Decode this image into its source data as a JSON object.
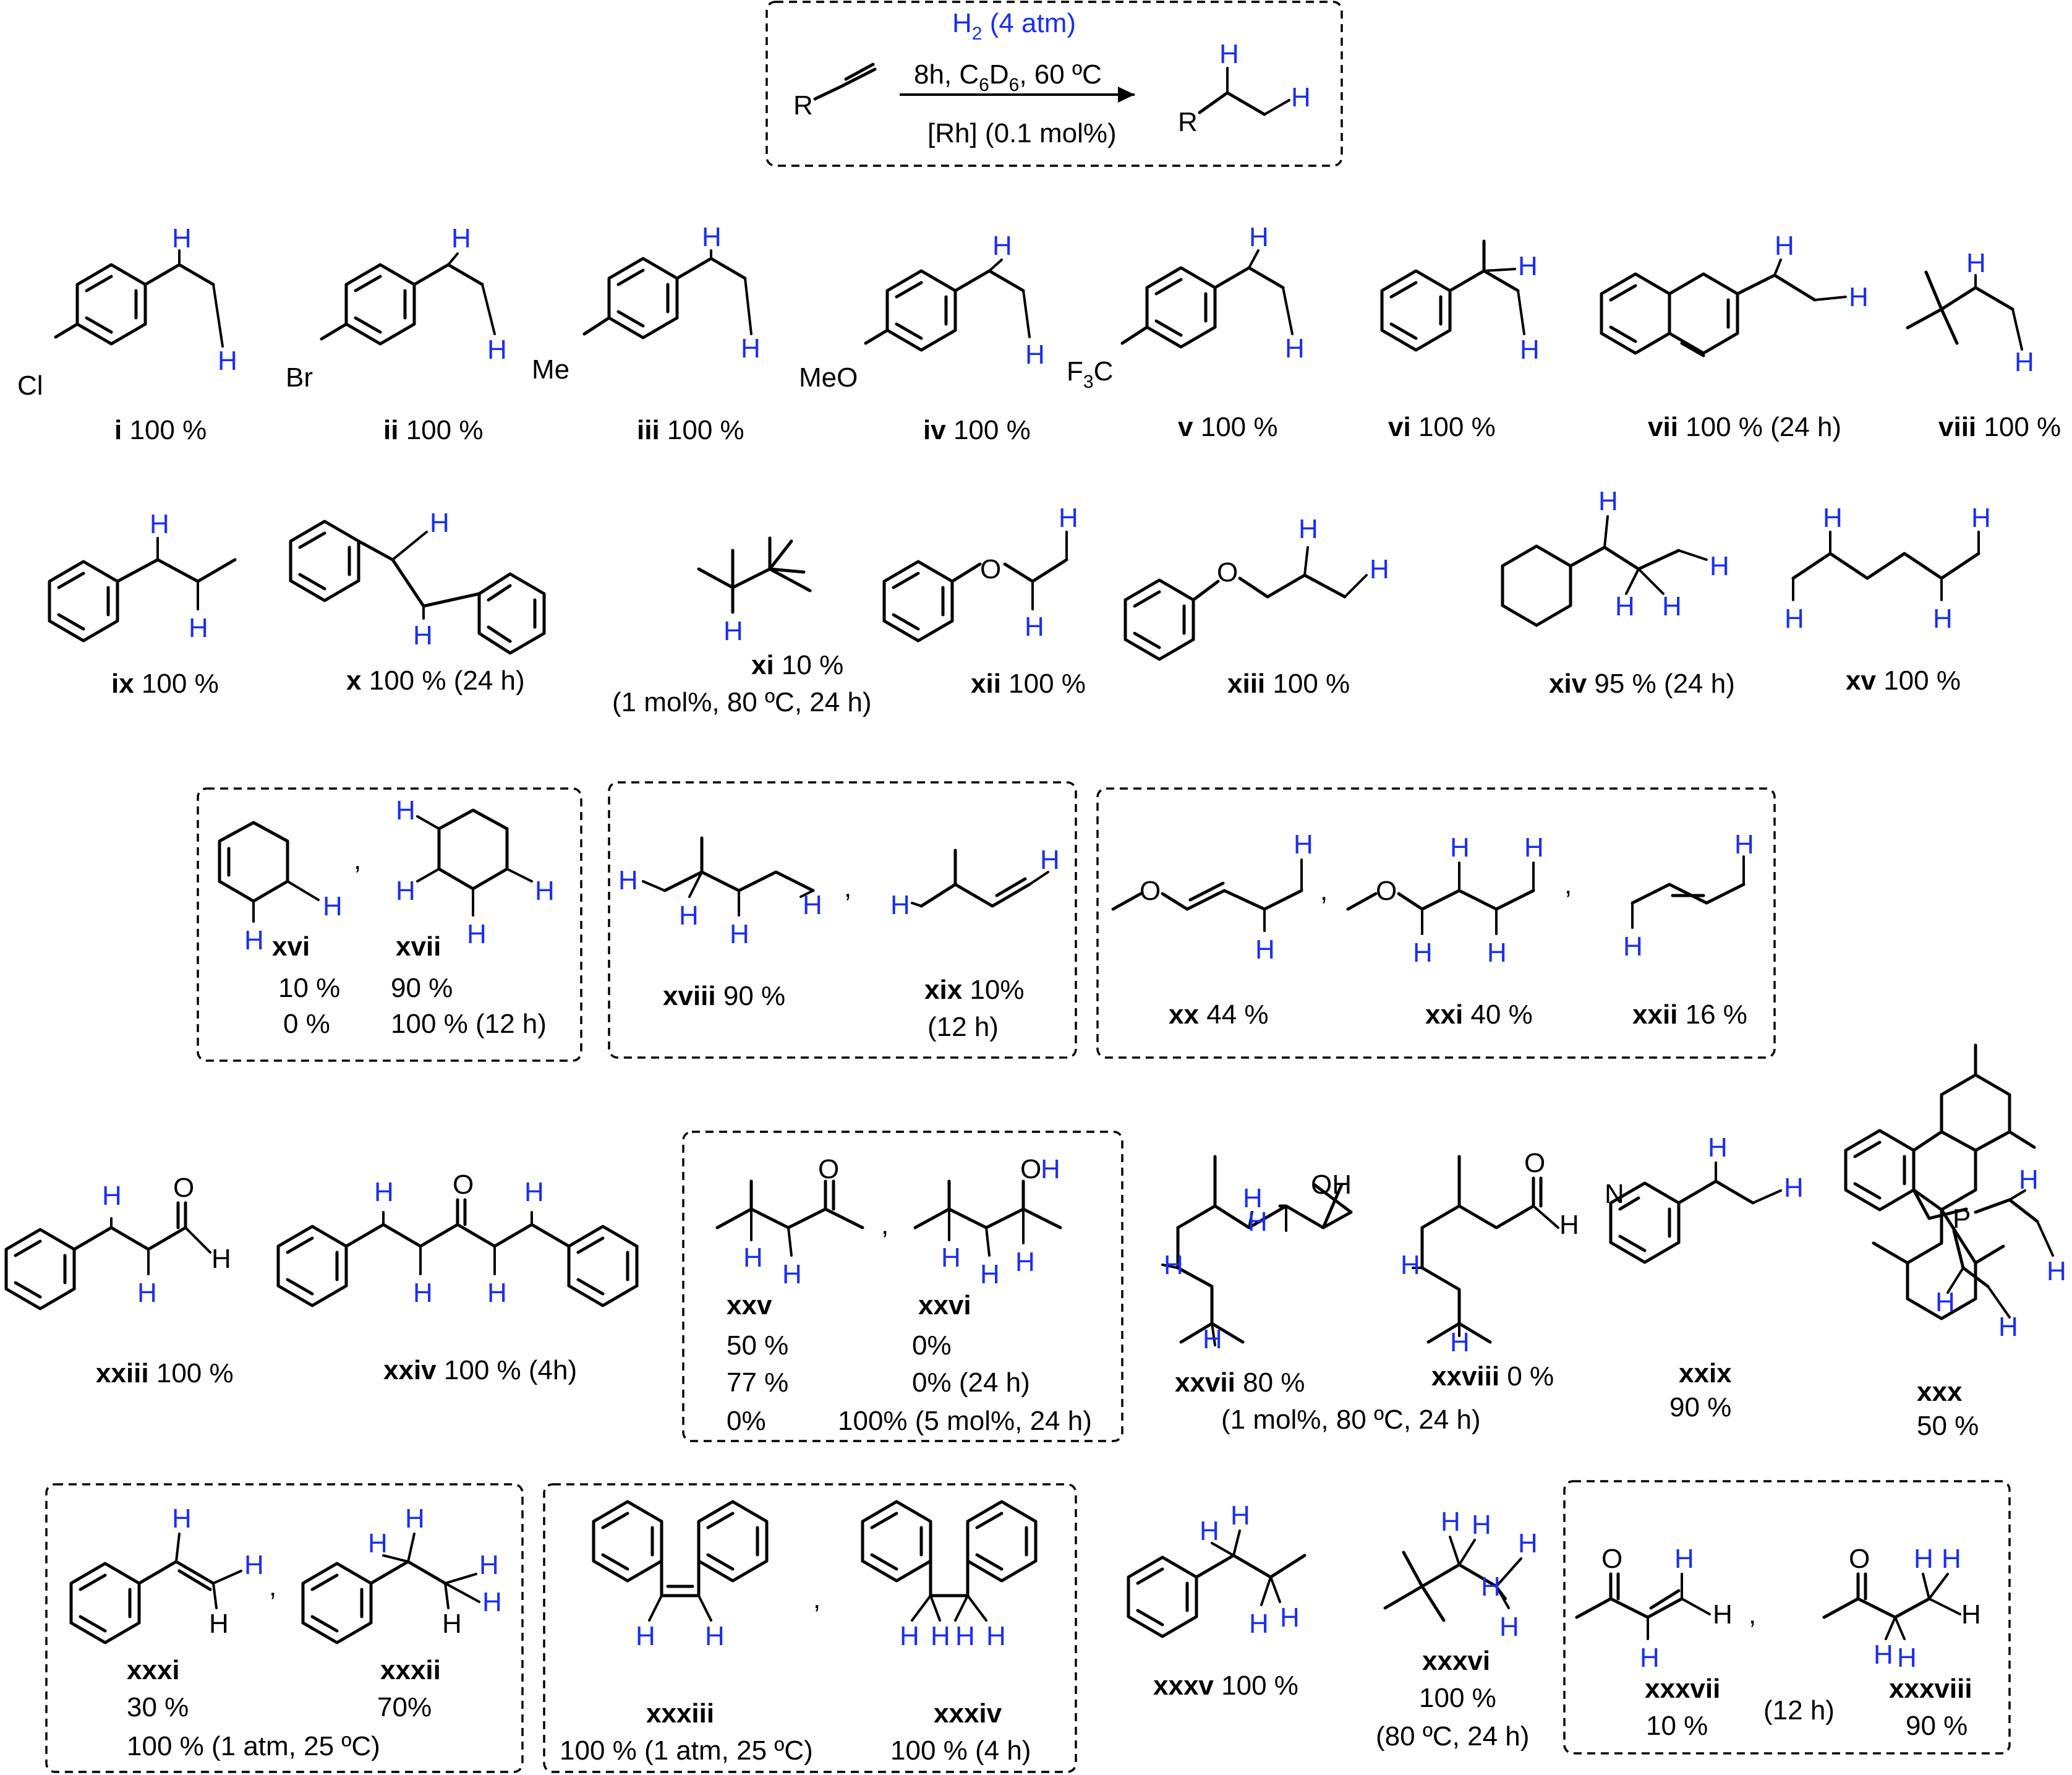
{
  "reaction": {
    "reagent": "H2 (4 atm)",
    "conditions": "8h, C6D6, 60 ºC",
    "catalyst": "[Rh] (0.1 mol%)",
    "substituent": "R",
    "hydrogen_atom": "H"
  },
  "colors": {
    "hydrogen": "#1a2ff0",
    "bonds": "#000000"
  },
  "labels": {
    "i": "100 %",
    "ii": "100 %",
    "iii": "100 %",
    "iv": "100 %",
    "v": "100 %",
    "vi": "100 %",
    "vii": "100 % (24 h)",
    "viii": "100 %",
    "ix": "100 %",
    "x": "100 % (24 h)",
    "xi": "10 %",
    "xi_note": "(1 mol%, 80 ºC, 24 h)",
    "xii": "100 %",
    "xiii": "100 %",
    "xiv": "95 % (24 h)",
    "xv": "100 %",
    "xvi_a": "10 %",
    "xvi_b": "0 %",
    "xvii_a": "90 %",
    "xvii_b": "100 % (12 h)",
    "xviii": "90 %",
    "xix": "10%",
    "xix_note": "(12 h)",
    "xx": "44 %",
    "xxi": "40 %",
    "xxii": "16 %",
    "xxiii": "100 %",
    "xxiv": "100 % (4h)",
    "xxv_a": "50 %",
    "xxv_b": "77 %",
    "xxv_c": "0%",
    "xxvi_a": "0%",
    "xxvi_b": "0% (24 h)",
    "xxvi_c": "100% (5 mol%, 24 h)",
    "xxvii": "80 %",
    "xxvii_note": "(1 mol%, 80 ºC, 24 h)",
    "xxviii": "0 %",
    "xxix": "90 %",
    "xxx": "50 %",
    "xxxi_a": "30 %",
    "xxxi_b": "100 % (1 atm, 25 ºC)",
    "xxxii": "70%",
    "xxxiii": "100 % (1 atm, 25 ºC)",
    "xxxiv": "100 % (4 h)",
    "xxxv": "100 %",
    "xxxvi": "100 %",
    "xxxvi_note": "(80 ºC, 24 h)",
    "xxxvii": "10 %",
    "xxxvii_note": "(12 h)",
    "xxxviii": "90 %"
  },
  "compound_names": [
    "i",
    "ii",
    "iii",
    "iv",
    "v",
    "vi",
    "vii",
    "viii",
    "ix",
    "x",
    "xi",
    "xii",
    "xiii",
    "xiv",
    "xv",
    "xvi",
    "xvii",
    "xviii",
    "xix",
    "xx",
    "xxi",
    "xxii",
    "xxiii",
    "xxiv",
    "xxv",
    "xxvi",
    "xxvii",
    "xxviii",
    "xxix",
    "xxx",
    "xxxi",
    "xxxii",
    "xxxiii",
    "xxxiv",
    "xxxv",
    "xxxvi",
    "xxxvii",
    "xxxviii"
  ],
  "atoms": {
    "Cl": "Cl",
    "Br": "Br",
    "Me": "Me",
    "MeO": "MeO",
    "CF3": "F3C",
    "O": "O",
    "N": "N",
    "P": "P",
    "OH": "OH"
  }
}
